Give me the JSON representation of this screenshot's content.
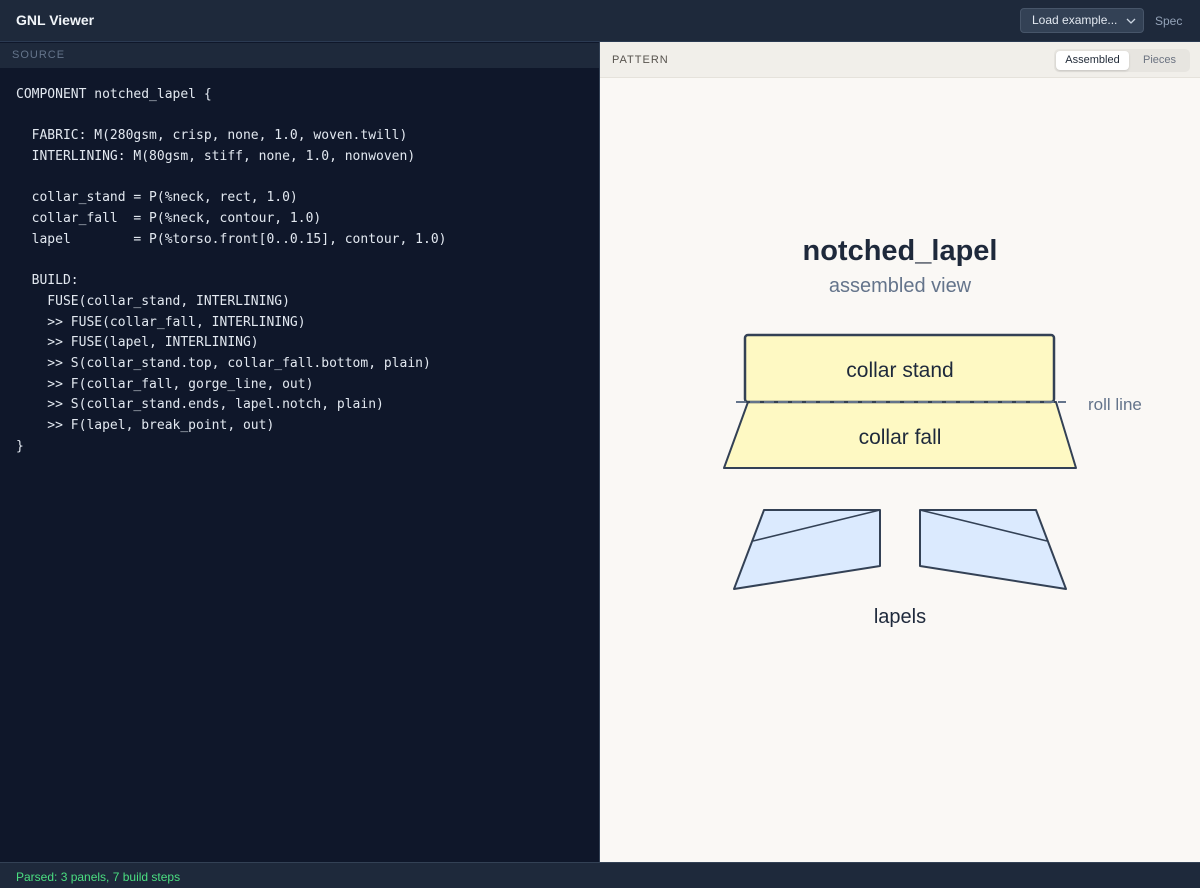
{
  "header": {
    "title": "GNL Viewer",
    "load_example_label": "Load example...",
    "spec_label": "Spec"
  },
  "source": {
    "label": "SOURCE",
    "code_lines": [
      "COMPONENT notched_lapel {",
      "",
      "  FABRIC: M(280gsm, crisp, none, 1.0, woven.twill)",
      "  INTERLINING: M(80gsm, stiff, none, 1.0, nonwoven)",
      "",
      "  collar_stand = P(%neck, rect, 1.0)",
      "  collar_fall  = P(%neck, contour, 1.0)",
      "  lapel        = P(%torso.front[0..0.15], contour, 1.0)",
      "",
      "  BUILD:",
      "    FUSE(collar_stand, INTERLINING)",
      "    >> FUSE(collar_fall, INTERLINING)",
      "    >> FUSE(lapel, INTERLINING)",
      "    >> S(collar_stand.top, collar_fall.bottom, plain)",
      "    >> F(collar_fall, gorge_line, out)",
      "    >> S(collar_stand.ends, lapel.notch, plain)",
      "    >> F(lapel, break_point, out)",
      "}"
    ]
  },
  "pattern": {
    "label": "PATTERN",
    "view_toggle": {
      "assembled_label": "Assembled",
      "pieces_label": "Pieces",
      "active": "Assembled"
    },
    "diagram": {
      "title": "notched_lapel",
      "subtitle": "assembled view",
      "collar_stand_label": "collar stand",
      "collar_fall_label": "collar fall",
      "roll_line_label": "roll line",
      "lapels_label": "lapels"
    },
    "colors": {
      "collar_fill": "#fef9c3",
      "lapel_fill": "#dbeafe",
      "outline": "#334155",
      "roll_line": "#64748b"
    }
  },
  "status": {
    "text": "Parsed: 3 panels, 7 build steps",
    "color": "#4ade80"
  }
}
